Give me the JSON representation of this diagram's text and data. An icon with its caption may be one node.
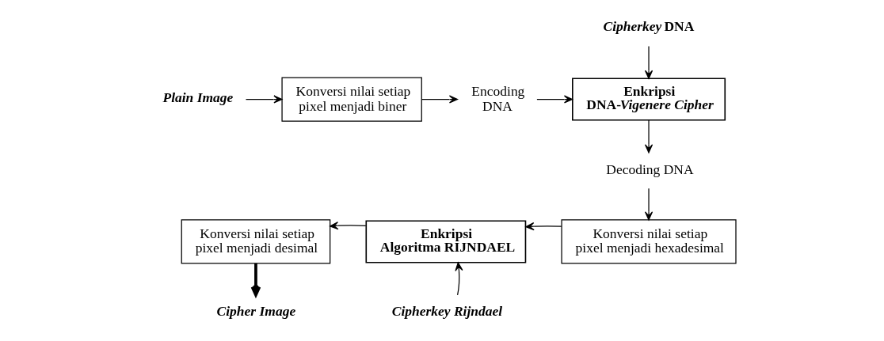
{
  "diagram": {
    "nodes": [
      {
        "text": [
          "Plain Image"
        ]
      },
      {
        "text": [
          "Konversi nilai setiap pixel menjadi biner"
        ]
      },
      {
        "text": [
          "Encoding DNA"
        ]
      },
      {
        "text": [
          "*Cipherkey* DNA"
        ]
      },
      {
        "text": [
          "Enkripsi",
          "DNA-*Vigenere Cipher*"
        ]
      },
      {
        "text": [
          "Decoding DNA"
        ]
      },
      {
        "text": [
          "Konversi nilai setiap pixel menjadi hexadesimal"
        ]
      },
      {
        "text": [
          "Cipherkey Rijndael"
        ]
      },
      {
        "text": [
          "Enkripsi",
          "Algoritma RIJNDAEL"
        ]
      },
      {
        "text": [
          "Konversi nilai setiap pixel menjadi desimal"
        ]
      },
      {
        "text": [
          "Cipher Image"
        ]
      }
    ],
    "edges": [
      {
        "from": 0,
        "to": 1,
        "arrow": "to"
      },
      {
        "from": 1,
        "to": 2,
        "arrow": "to"
      },
      {
        "from": 2,
        "to": 4,
        "arrow": "to"
      },
      {
        "from": 3,
        "to": 4,
        "arrow": "to"
      },
      {
        "from": 4,
        "to": 5,
        "arrow": "to"
      },
      {
        "from": 5,
        "to": 6,
        "arrow": "to"
      },
      {
        "from": 6,
        "to": 8,
        "arrow": "to"
      },
      {
        "from": 7,
        "to": 8,
        "arrow": "to"
      },
      {
        "from": 8,
        "to": 9,
        "arrow": "to"
      },
      {
        "from": 9,
        "to": 10,
        "arrow": "to",
        "style": "thick"
      }
    ]
  }
}
